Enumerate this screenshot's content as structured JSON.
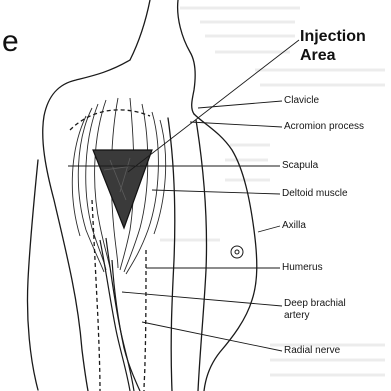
{
  "title": {
    "line1": "Injection",
    "line2": "Area"
  },
  "edge_fragment": "e",
  "labels": {
    "clavicle": "Clavicle",
    "acromion": "Acromion process",
    "scapula": "Scapula",
    "deltoid": "Deltoid muscle",
    "axilla": "Axilla",
    "humerus": "Humerus",
    "artery_line1": "Deep brachial",
    "artery_line2": "artery",
    "radial_nerve": "Radial nerve"
  },
  "colors": {
    "ink": "#1a1a1a",
    "injection_area_fill": "#3a3a3a",
    "paper": "#ffffff"
  }
}
